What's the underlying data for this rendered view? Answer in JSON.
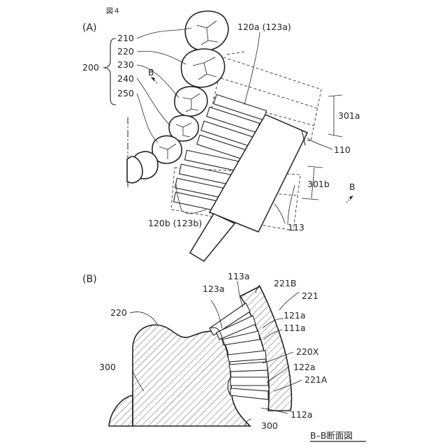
{
  "figure": {
    "caption": "図４",
    "panel_a": "(A)",
    "panel_b": "(B)",
    "section_title": "B–B断面図",
    "arrow_b": "B"
  },
  "labels_a": {
    "l200": "200",
    "l210": "210",
    "l220": "220",
    "l230": "230",
    "l240": "240",
    "l250": "250",
    "l120a": "120a (123a)",
    "l120b": "120b (123b)",
    "l301a": "301a",
    "l301b": "301b",
    "l110": "110",
    "l113": "113"
  },
  "labels_b": {
    "l113a": "113a",
    "l123a": "123a",
    "l221B": "221B",
    "l221": "221",
    "l121a": "121a",
    "l111a": "111a",
    "l220": "220",
    "l220X": "220X",
    "l122a": "122a",
    "l221A": "221A",
    "l300a": "300",
    "l300b": "300",
    "l112a": "112a"
  }
}
